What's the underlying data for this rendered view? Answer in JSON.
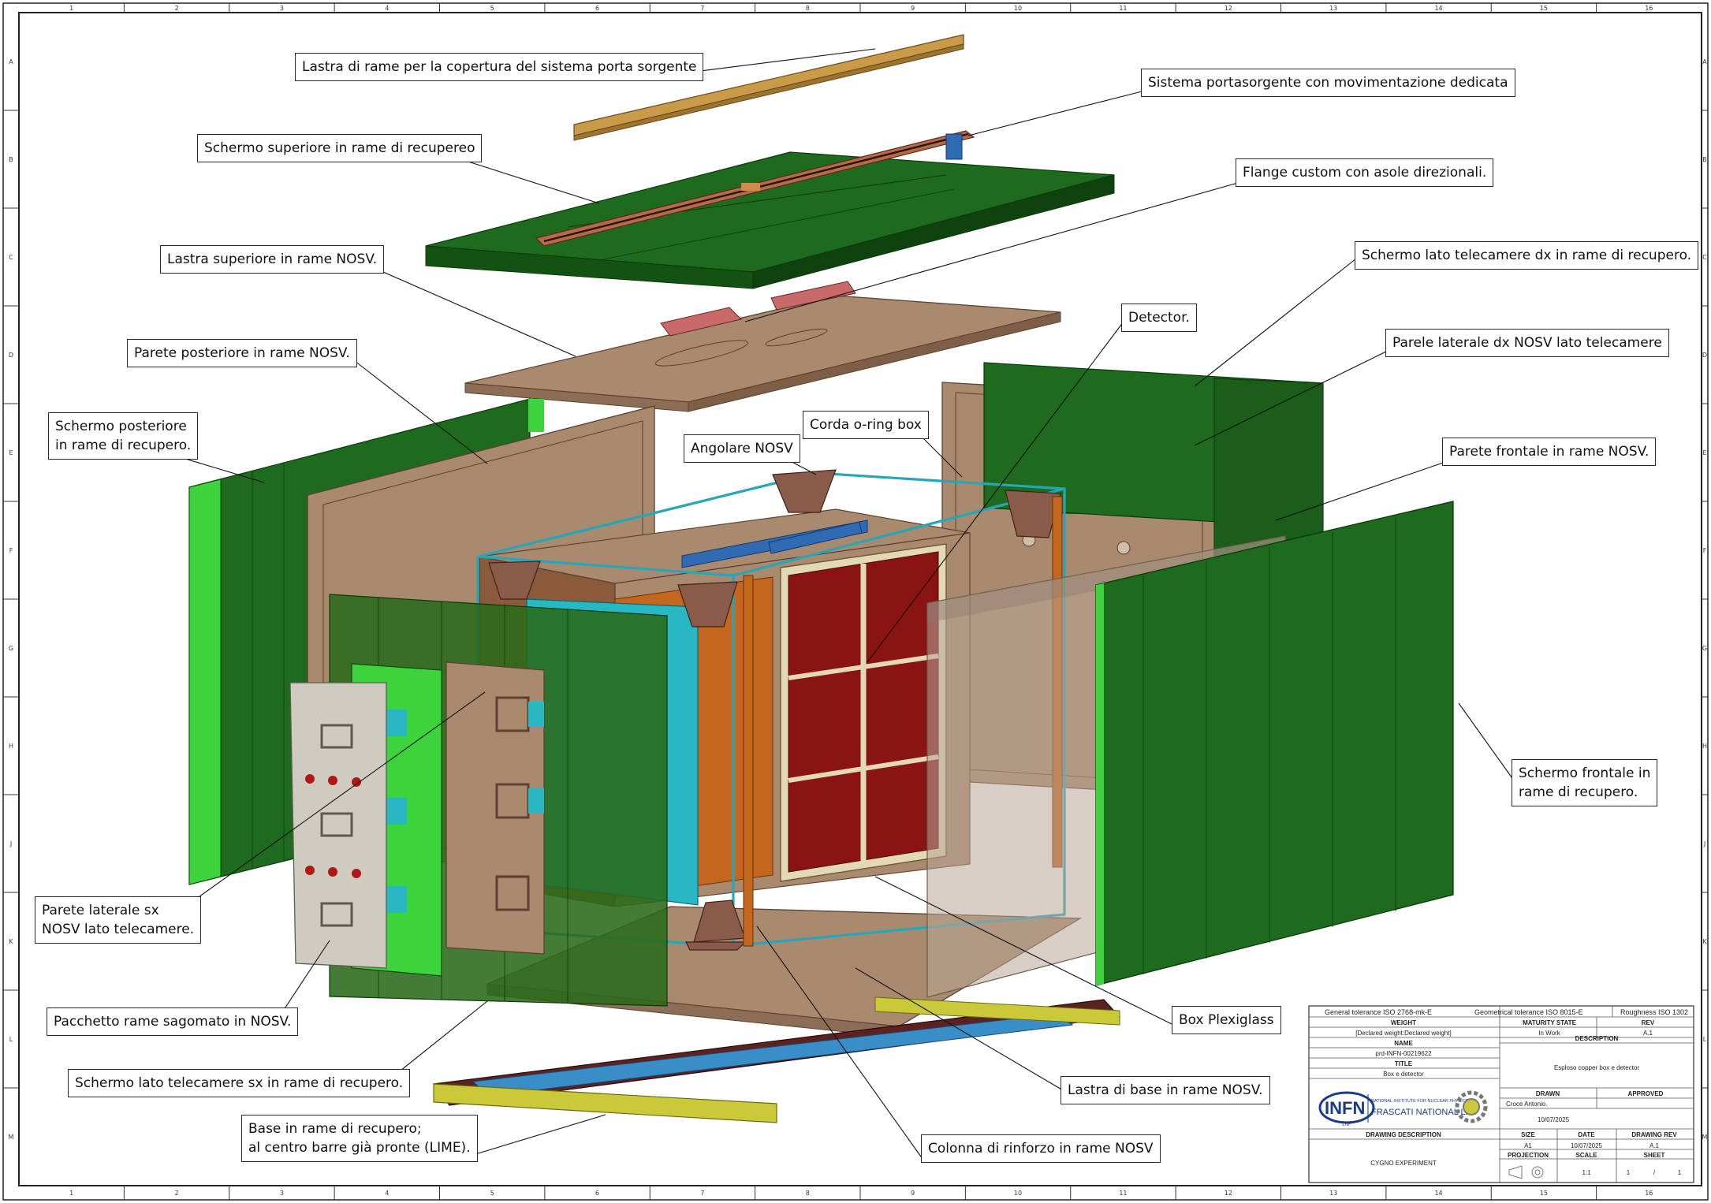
{
  "drawing": {
    "frame_columns": [
      "1",
      "2",
      "3",
      "4",
      "5",
      "6",
      "7",
      "8",
      "9",
      "10",
      "11",
      "12",
      "13",
      "14",
      "15",
      "16"
    ],
    "frame_rows": [
      "A",
      "B",
      "C",
      "D",
      "E",
      "F",
      "G",
      "H",
      "J",
      "K",
      "L",
      "M"
    ],
    "component_colors": {
      "green_shield": "#1e6a1e",
      "bright_green": "#3dd33d",
      "copper_brown": "#a98a6e",
      "copper_light": "#cfbfa9",
      "copper_dark": "#7d5a45",
      "gold_strip": "#c99a48",
      "cyan": "#27b8c4",
      "yellow_base": "#c9c93a",
      "maroon_base": "#5c2222",
      "blue_base": "#3a8ec8",
      "red_detector": "#8a1414"
    }
  },
  "callouts": {
    "lastra_copertura": "Lastra di rame per la copertura del sistema porta sorgente",
    "sistema_portasorgente": "Sistema portasorgente con movimentazione dedicata",
    "schermo_superiore": "Schermo superiore in rame di recupereo",
    "flange_custom": "Flange custom con asole direzionali.",
    "lastra_superiore": "Lastra superiore in rame NOSV.",
    "schermo_lato_tel_dx": "Schermo lato telecamere dx in rame di recupero.",
    "detector": "Detector.",
    "parete_posteriore": "Parete posteriore in rame NOSV.",
    "parete_laterale_dx": "Parele laterale dx NOSV lato telecamere",
    "schermo_posteriore_1": "Schermo posteriore",
    "schermo_posteriore_2": "in rame di recupero.",
    "corda_oring": "Corda o-ring box",
    "angolare_nosv": "Angolare NOSV",
    "parete_frontale": "Parete frontale in rame NOSV.",
    "schermo_frontale_1": "Schermo frontale in",
    "schermo_frontale_2": "rame di recupero.",
    "parete_laterale_sx_1": "Parete laterale sx",
    "parete_laterale_sx_2": "NOSV lato telecamere.",
    "box_plexiglass": "Box Plexiglass",
    "pacchetto_rame": "Pacchetto rame sagomato in NOSV.",
    "schermo_lato_tel_sx": "Schermo lato telecamere sx in rame di recupero.",
    "lastra_base": "Lastra di base in rame NOSV.",
    "base_rame_1": "Base in rame di recupero;",
    "base_rame_2": "al centro barre già pronte (LIME).",
    "colonna_rinforzo": "Colonna di rinforzo in rame NOSV"
  },
  "title_block": {
    "general_tolerance": "General tolerance ISO 2768-mk-E",
    "geometrical_tolerance": "Geometrical tolerance ISO 8015-E",
    "roughness": "Roughness ISO 1302",
    "weight_label": "WEIGHT",
    "weight_value": "[Declared weight:Declared weight]",
    "maturity_label": "MATURITY STATE",
    "maturity_value": "In Work",
    "rev_label": "REV",
    "rev_value": "A.1",
    "name_label": "NAME",
    "name_value": "prd-INFN-00219622",
    "description_label": "DESCRIPTION",
    "description_value": "Esploso copper box e detector",
    "title_label": "TITLE",
    "title_value": "Box e detector",
    "drawn_label": "DRAWN",
    "drawn_value": "Croce Antonio.",
    "drawn_date": "10/07/2025",
    "approved_label": "APPROVED",
    "logo_main": "INFN",
    "logo_sub": "LNF",
    "logo_line1": "NATIONAL INSTITUTE FOR NUCLEAR PHYSICS",
    "logo_line2": "FRASCATI NATIONAL LAB",
    "drawing_description_label": "DRAWING DESCRIPTION",
    "drawing_description_value": "CYGNO EXPERIMENT",
    "size_label": "SIZE",
    "size_value": "A1",
    "date_label": "DATE",
    "date_value": "10/07/2025",
    "drawing_rev_label": "DRAWING REV",
    "drawing_rev_value": "A.1",
    "projection_label": "PROJECTION",
    "scale_label": "SCALE",
    "scale_value": "1:1",
    "sheet_label": "SHEET",
    "sheet_num": "1",
    "sheet_sep": "/",
    "sheet_total": "1"
  }
}
